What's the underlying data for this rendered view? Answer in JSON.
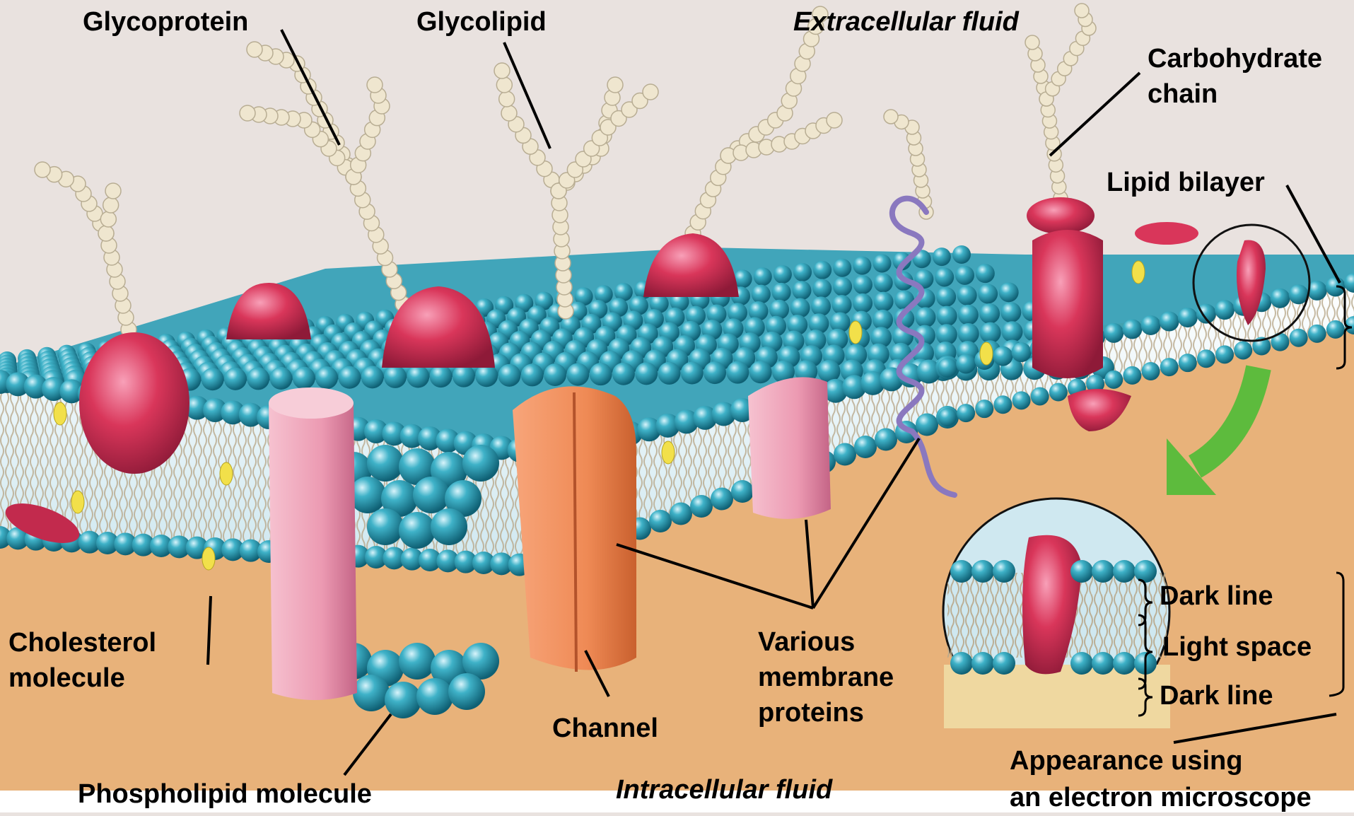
{
  "labels": {
    "glycoprotein": "Glycoprotein",
    "glycolipid": "Glycolipid",
    "extracellular": "Extracellular fluid",
    "carbohydrate": "Carbohydrate\nchain",
    "lipid_bilayer": "Lipid bilayer",
    "cholesterol": "Cholesterol\nmolecule",
    "phospholipid": "Phospholipid molecule",
    "channel": "Channel",
    "various": "Various\nmembrane\nproteins",
    "intracellular": "Intracellular fluid",
    "inset_dark_top": "Dark line",
    "inset_light": "Light space",
    "inset_dark_bottom": "Dark line",
    "appearance": "Appearance using\nan electron microscope"
  },
  "colors": {
    "extracellular_bg": "#e9e2df",
    "intracellular_bg": "#e8b27a",
    "phosphate_head": "#2a9fb8",
    "protein_red": "#d9365a",
    "protein_pink": "#f0a0b8",
    "channel_orange": "#ef8a55",
    "sugar_bead": "#efe6cf",
    "helix": "#9a8cc8",
    "cholesterol": "#f2e04a",
    "arrow_green": "#5dbb3d"
  }
}
